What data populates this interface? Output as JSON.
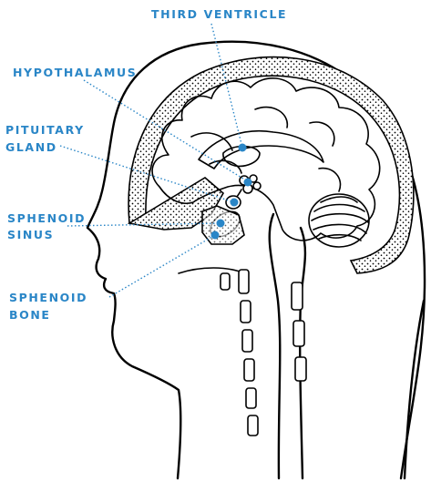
{
  "labels": {
    "third_ventricle": "THIRD VENTRICLE",
    "hypothalamus": "HYPOTHALAMUS",
    "pituitary_gland_line1": "PITUITARY",
    "pituitary_gland_line2": "GLAND",
    "sphenoid_sinus_line1": "SPHENOID",
    "sphenoid_sinus_line2": "SINUS",
    "sphenoid_bone_line1": "SPHENOID",
    "sphenoid_bone_line2": "BONE"
  },
  "colors": {
    "accent": "#2a86c7",
    "ink": "#000000",
    "background": "#ffffff"
  }
}
